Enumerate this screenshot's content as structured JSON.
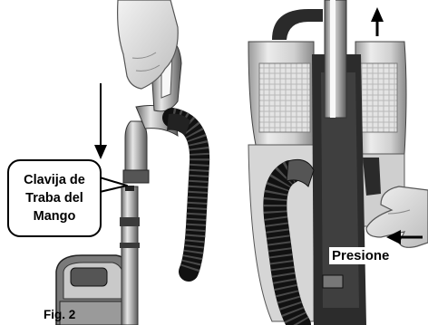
{
  "figure": {
    "label": "Fig. 2"
  },
  "callout": {
    "lines": [
      "Clavija de",
      "Traba del",
      "Mango"
    ]
  },
  "press_label": "Presione"
}
